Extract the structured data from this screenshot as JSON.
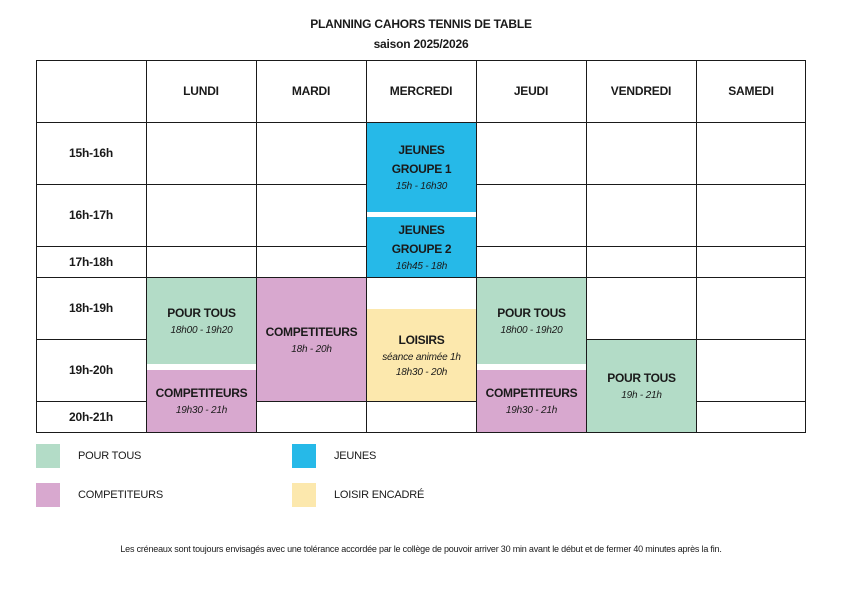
{
  "title": "PLANNING CAHORS TENNIS DE TABLE",
  "subtitle": "saison 2025/2026",
  "days": [
    "LUNDI",
    "MARDI",
    "MERCREDI",
    "JEUDI",
    "VENDREDI",
    "SAMEDI"
  ],
  "hours": [
    "15h-16h",
    "16h-17h",
    "17h-18h",
    "18h-19h",
    "19h-20h",
    "20h-21h"
  ],
  "colors": {
    "pour_tous": "#b3dcc7",
    "competiteurs": "#d8a8cf",
    "jeunes": "#26b9e8",
    "loisir": "#fce8ad"
  },
  "blocks": {
    "mer_jeunes1": {
      "name1": "JEUNES",
      "name2": "GROUPE 1",
      "time": "15h - 16h30"
    },
    "mer_jeunes2": {
      "name1": "JEUNES",
      "name2": "GROUPE 2",
      "time": "16h45 - 18h"
    },
    "lun_pour": {
      "name": "POUR TOUS",
      "time": "18h00 - 19h20"
    },
    "lun_comp": {
      "name": "COMPETITEURS",
      "time": "19h30 - 21h"
    },
    "mar_comp": {
      "name": "COMPETITEURS",
      "time": "18h - 20h"
    },
    "mer_loisir": {
      "name": "LOISIRS",
      "sub": "séance animée 1h",
      "time": "18h30 - 20h"
    },
    "jeu_pour": {
      "name": "POUR TOUS",
      "time": "18h00 - 19h20"
    },
    "jeu_comp": {
      "name": "COMPETITEURS",
      "time": "19h30 - 21h"
    },
    "ven_pour": {
      "name": "POUR TOUS",
      "time": "19h - 21h"
    }
  },
  "legend": {
    "pour_tous": "POUR TOUS",
    "jeunes": "JEUNES",
    "competiteurs": "COMPETITEURS",
    "loisir": "LOISIR ENCADRÉ"
  },
  "footnote": "Les créneaux sont toujours envisagés avec une tolérance accordée par le collège de pouvoir arriver 30 min avant le début et de fermer 40 minutes après la fin."
}
